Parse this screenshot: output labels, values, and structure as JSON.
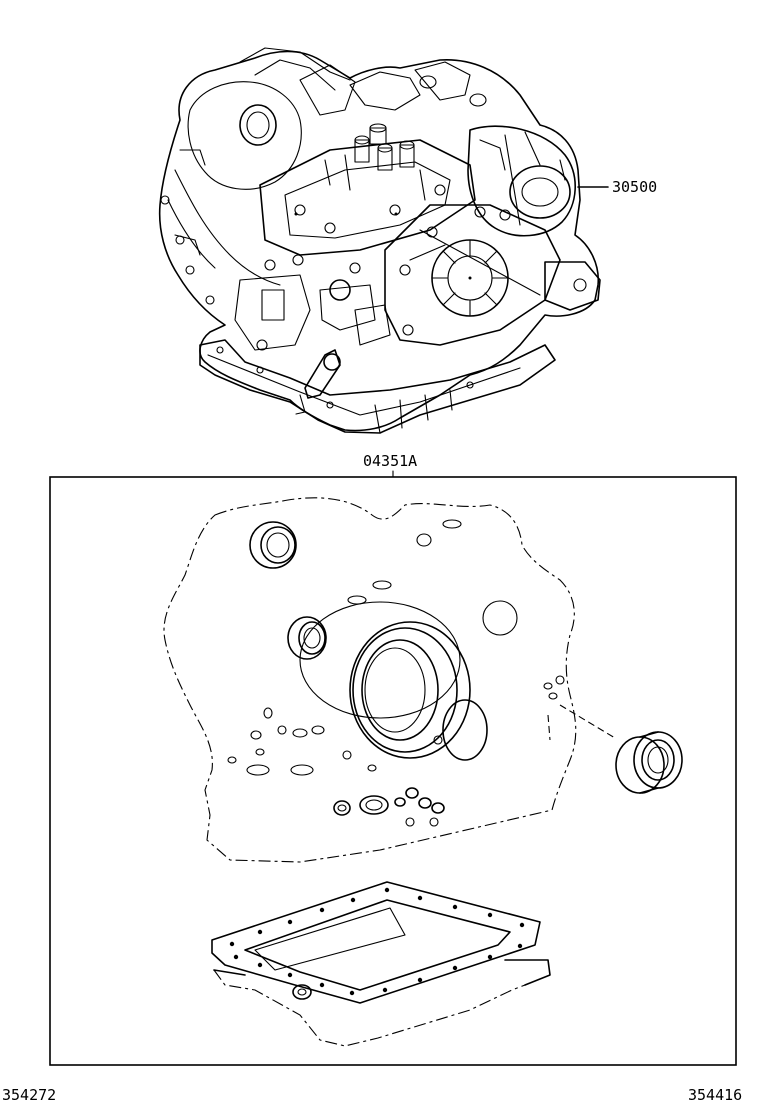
{
  "callouts": {
    "transaxle_assy": "30500",
    "overhaul_gasket_kit": "04351A"
  },
  "footer": {
    "left_code": "354272",
    "right_code": "354416"
  },
  "icons": [
    "transaxle-assembly-illustration",
    "gasket-kit-illustration"
  ]
}
